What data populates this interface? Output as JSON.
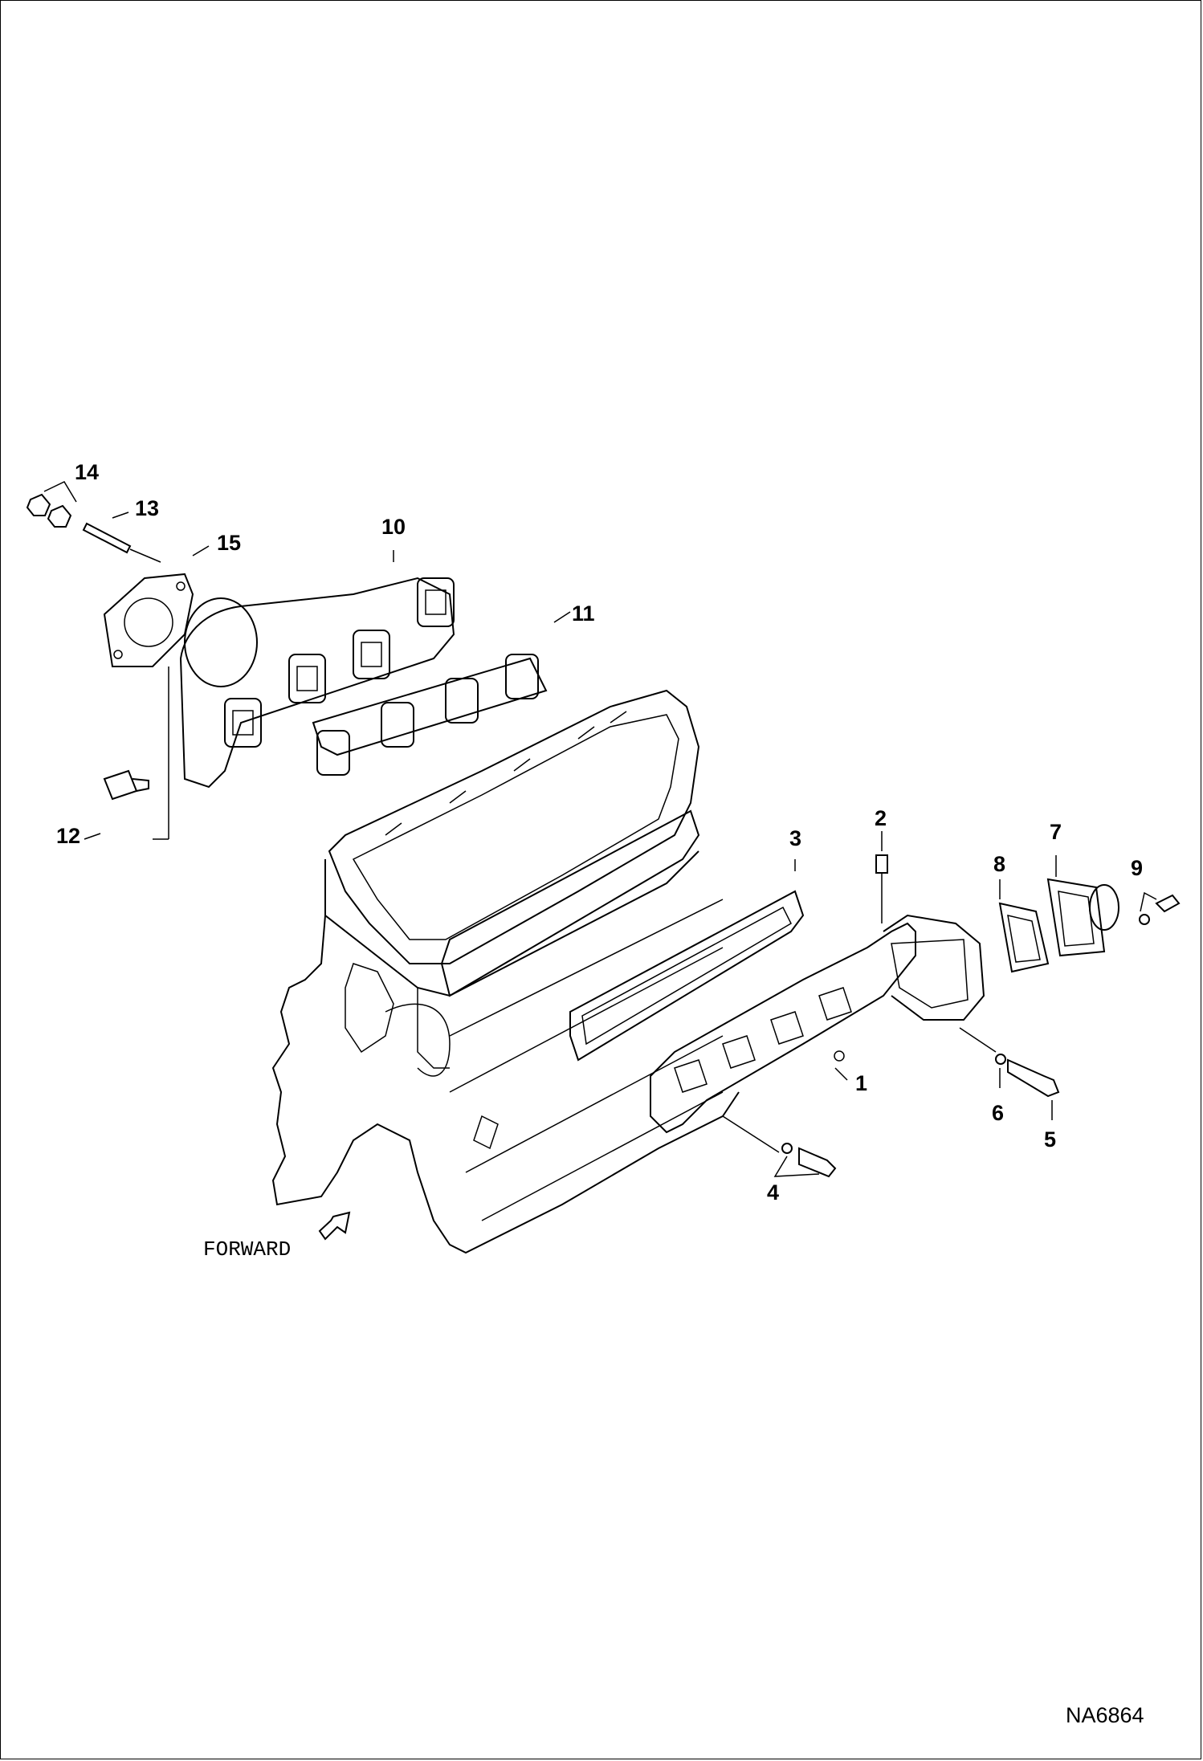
{
  "figure_id": "NA6864",
  "direction_label": "FORWARD",
  "callouts": {
    "c1": "1",
    "c2": "2",
    "c3": "3",
    "c4": "4",
    "c5": "5",
    "c6": "6",
    "c7": "7",
    "c8": "8",
    "c9": "9",
    "c10": "10",
    "c11": "11",
    "c12": "12",
    "c13": "13",
    "c14": "14",
    "c15": "15"
  },
  "colors": {
    "line": "#000000",
    "background": "#ffffff"
  }
}
